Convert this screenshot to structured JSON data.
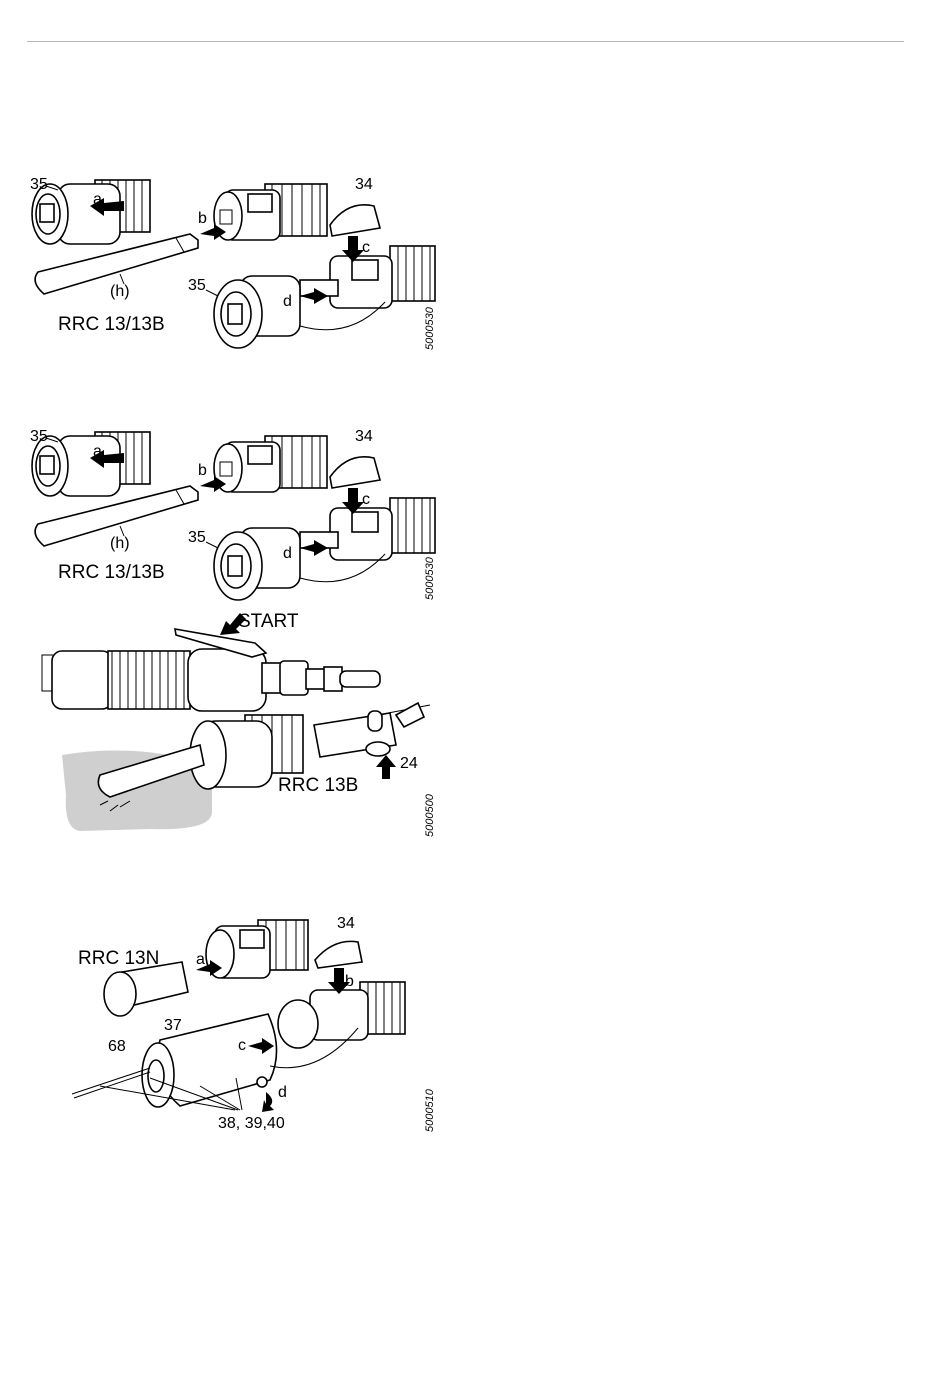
{
  "figures": [
    {
      "labels": {
        "part_35a": "35",
        "a": "a",
        "b": "b",
        "part_34": "34",
        "c": "c",
        "h": "(h)",
        "part_35b": "35",
        "d": "d",
        "model": "RRC 13/13B"
      },
      "code": "5000530"
    },
    {
      "labels": {
        "part_35a": "35",
        "a": "a",
        "b": "b",
        "part_34": "34",
        "c": "c",
        "h": "(h)",
        "part_35b": "35",
        "d": "d",
        "model": "RRC 13/13B"
      },
      "code": "5000530"
    },
    {
      "labels": {
        "start": "START",
        "part_24": "24",
        "model": "RRC 13B"
      },
      "code": "5000500"
    },
    {
      "labels": {
        "model": "RRC 13N",
        "a": "a",
        "part_34": "34",
        "b": "b",
        "part_37": "37",
        "part_68": "68",
        "c": "c",
        "d": "d",
        "parts_38_40": "38, 39,40"
      },
      "code": "5000510"
    }
  ]
}
